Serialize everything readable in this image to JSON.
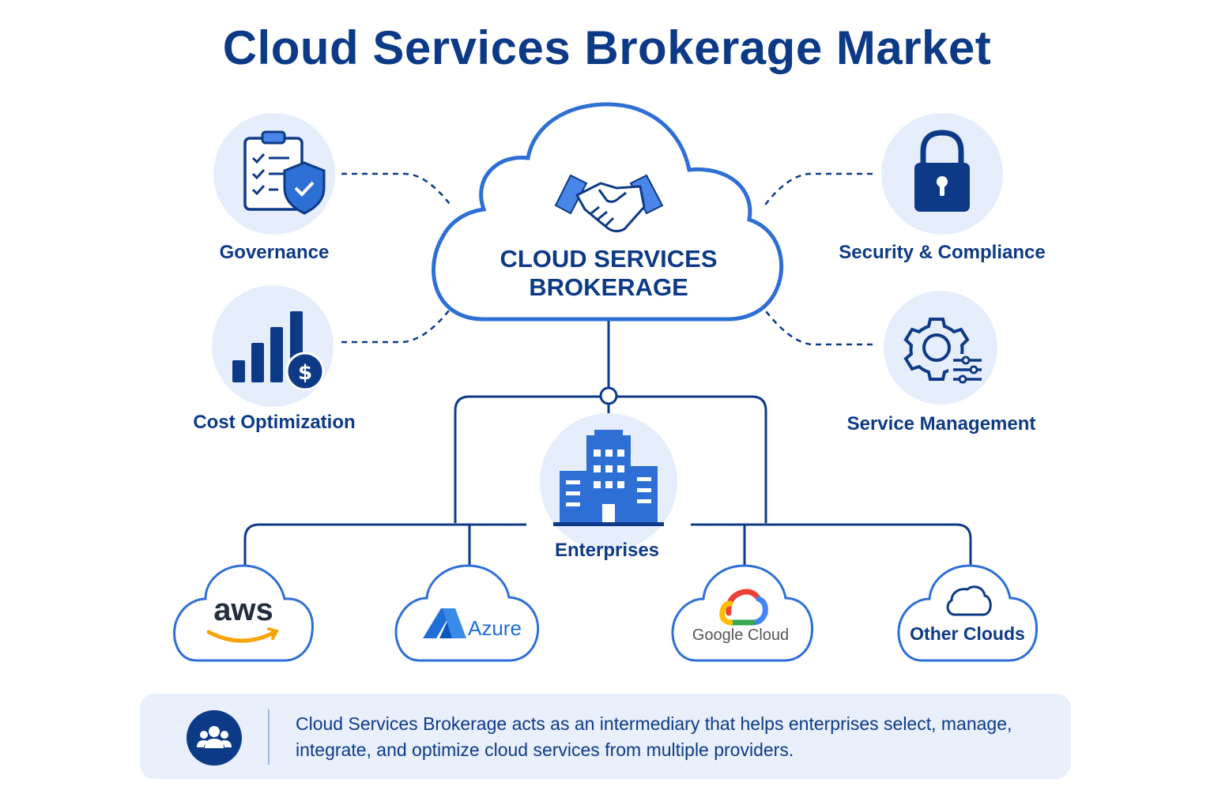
{
  "title": "Cloud Services Brokerage Market",
  "center": {
    "line1": "CLOUD SERVICES",
    "line2": "BROKERAGE"
  },
  "features": {
    "governance": "Governance",
    "cost": "Cost Optimization",
    "security": "Security & Compliance",
    "service": "Service Management"
  },
  "hub": {
    "label": "Enterprises"
  },
  "providers": {
    "aws": "aws",
    "azure": "Azure",
    "google": "Google Cloud",
    "other": "Other Clouds"
  },
  "info": {
    "text": "Cloud Services Brokerage acts as an intermediary that helps enterprises select, manage, integrate, and optimize cloud services from multiple providers."
  },
  "colors": {
    "navy": "#0d3a86",
    "blue": "#2e6fd6",
    "light_circle": "#e6eefb",
    "info_bg": "#e9f0fc"
  }
}
